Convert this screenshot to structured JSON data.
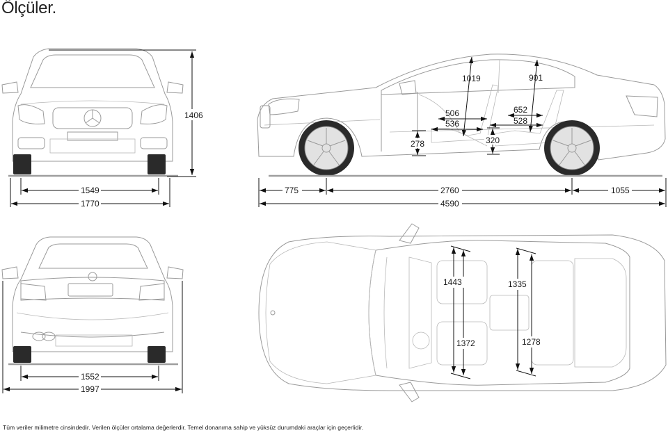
{
  "title": "Ölçüler.",
  "footnote": "Tüm veriler milimetre cinsindedir. Verilen ölçüler ortalama değerlerdir. Temel donanıma sahip ve yüksüz durumdaki araçlar için geçerlidir.",
  "front_view": {
    "height": "1406",
    "track": "1549",
    "width": "1770"
  },
  "side_view": {
    "front_overhang": "775",
    "wheelbase": "2760",
    "rear_overhang": "1055",
    "length": "4590",
    "front_headroom": "1019",
    "rear_headroom": "901",
    "front_legroom_max": "506",
    "front_legroom_min": "536",
    "rear_legroom_max": "652",
    "rear_legroom_min": "528",
    "front_seat_height": "278",
    "rear_seat_height": "320"
  },
  "rear_view": {
    "track": "1552",
    "width_mirrors": "1997"
  },
  "top_view": {
    "front_shoulder": "1443",
    "rear_shoulder": "1335",
    "front_elbow": "1372",
    "rear_elbow": "1278"
  }
}
